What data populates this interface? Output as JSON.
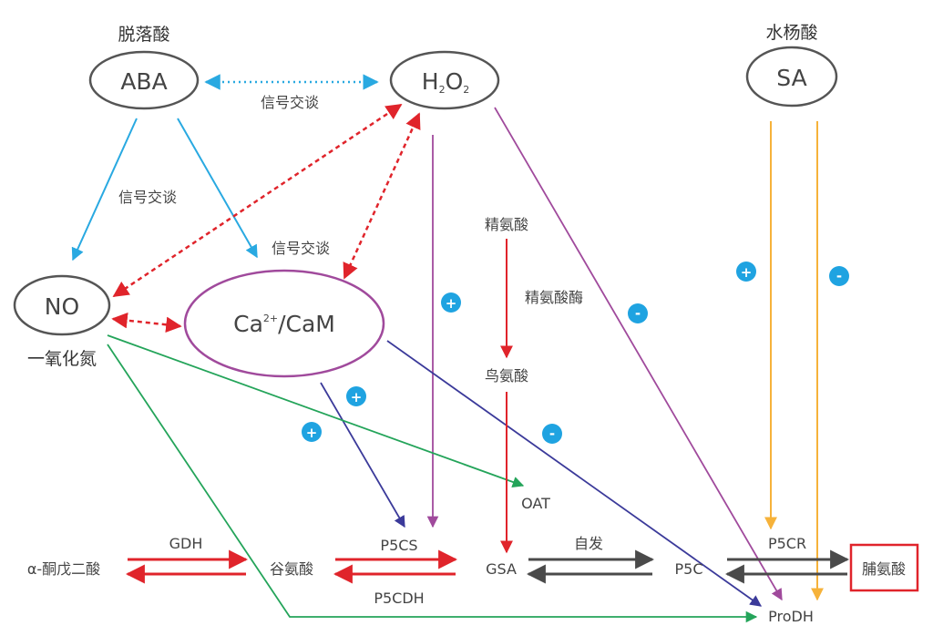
{
  "nodes": {
    "aba": {
      "label": "ABA",
      "caption": "脱落酸"
    },
    "h2o2": {
      "label": "H",
      "sub1": "2",
      "mid": "O",
      "sub2": "2"
    },
    "sa": {
      "label": "SA",
      "caption": "水杨酸"
    },
    "no": {
      "label": "NO",
      "caption": "一氧化氮"
    },
    "ca": {
      "label": "Ca",
      "sup": "2+",
      "rest": "/CaM"
    }
  },
  "labels": {
    "crosstalk_top": "信号交谈",
    "crosstalk_left": "信号交谈",
    "crosstalk_mid": "信号交谈",
    "arginine": "精氨酸",
    "arginase": "精氨酸酶",
    "ornithine": "鸟氨酸",
    "oat": "OAT",
    "ketoglutarate": "α-酮戊二酸",
    "gdh": "GDH",
    "glutamate": "谷氨酸",
    "p5cs": "P5CS",
    "p5cdh": "P5CDH",
    "gsa": "GSA",
    "spontaneous": "自发",
    "p5c": "P5C",
    "p5cr": "P5CR",
    "proline": "脯氨酸",
    "prodh": "ProDH"
  },
  "signs": {
    "h2o2_p5cs": "+",
    "h2o2_prodh": "-",
    "ca_p5cs": "+",
    "no_oat": "+",
    "ca_prodh": "-",
    "sa_p5cr": "+",
    "sa_prodh": "-"
  },
  "colors": {
    "blue_arrow": "#29a9e1",
    "red_arrow": "#e0242b",
    "purple": "#a04a9c",
    "navy": "#3b3a9a",
    "green": "#24a45a",
    "orange": "#f6b23a",
    "gray": "#4a4a4a",
    "sign_bg": "#1fa3e1",
    "proline_box": "#e0242b"
  }
}
